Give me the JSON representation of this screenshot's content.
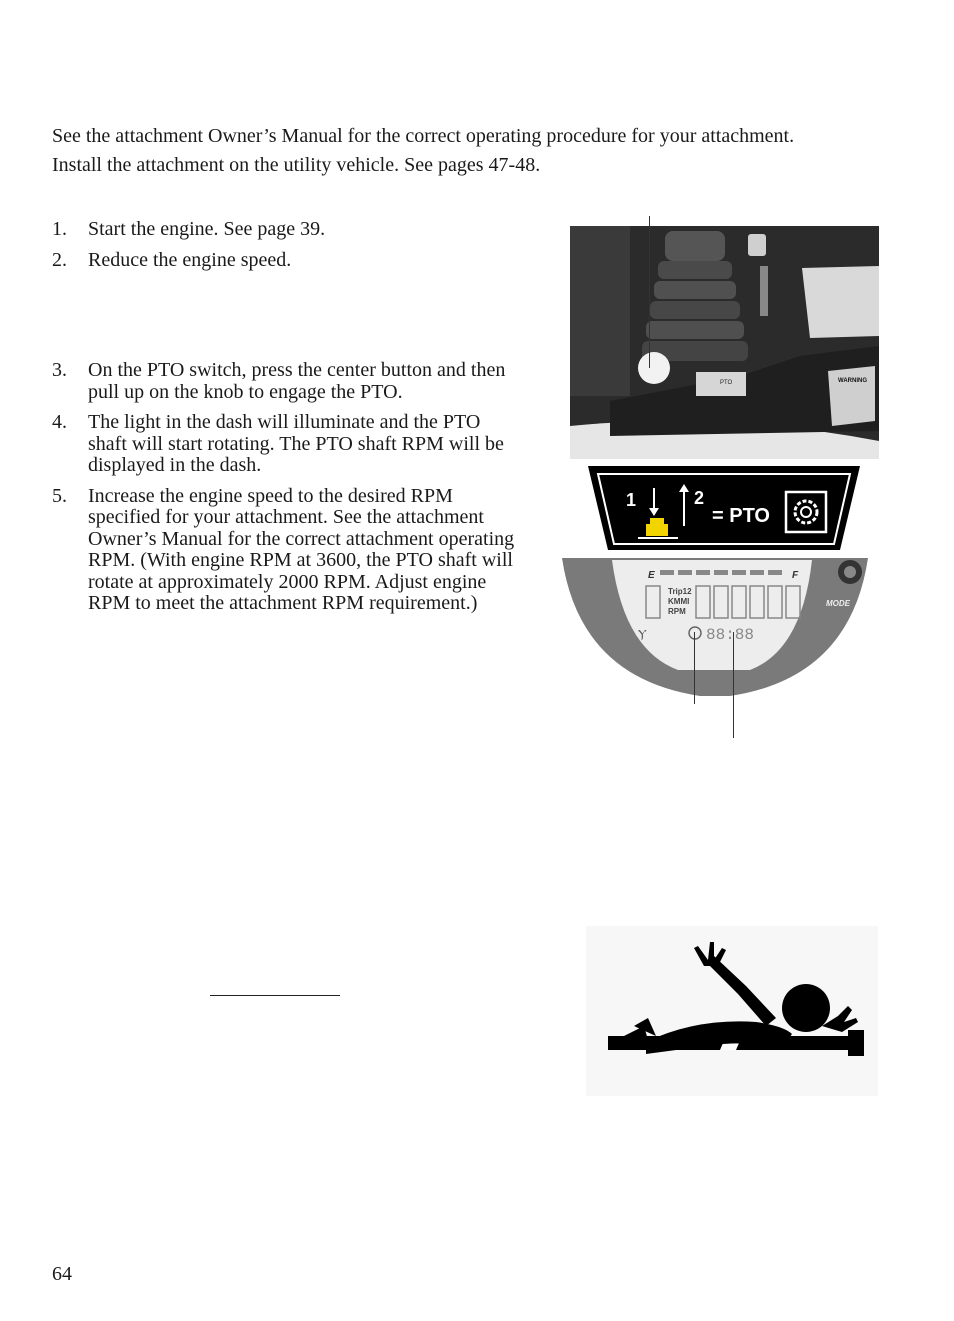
{
  "intro": [
    "See the attachment Owner’s Manual for the correct operating procedure for your attachment.",
    "Install the attachment on the utility vehicle. See pages 47-48."
  ],
  "steps_a": [
    {
      "num": "1.",
      "text": "Start the engine. See page 39."
    },
    {
      "num": "2.",
      "text": "Reduce the engine speed."
    }
  ],
  "steps_b": [
    {
      "num": "3.",
      "text": "On the PTO switch, press the center button and then pull up on the knob to engage the PTO."
    },
    {
      "num": "4.",
      "text": "The light in the dash will illuminate and the PTO shaft will start rotating. The PTO shaft RPM will be displayed in the dash."
    },
    {
      "num": "5.",
      "text": "Increase the engine speed to the desired RPM specified for your attachment. See the attachment Owner’s Manual for the correct attachment operating RPM. (With engine RPM at 3600, the PTO shaft will rotate at approximately 2000 RPM. Adjust engine RPM to meet the attachment RPM requirement.)"
    }
  ],
  "pto_decal": {
    "step1": "1",
    "step2": "2",
    "label": "= PTO"
  },
  "console_photo": {
    "decal_pto": "PTO",
    "warning": "WARNING"
  },
  "dash": {
    "fuel_empty": "E",
    "fuel_full": "F",
    "trip": "Trip12",
    "units": "KMMI",
    "rpm": "RPM",
    "digits": "88:88",
    "mode": "MODE"
  },
  "page_number": "64"
}
